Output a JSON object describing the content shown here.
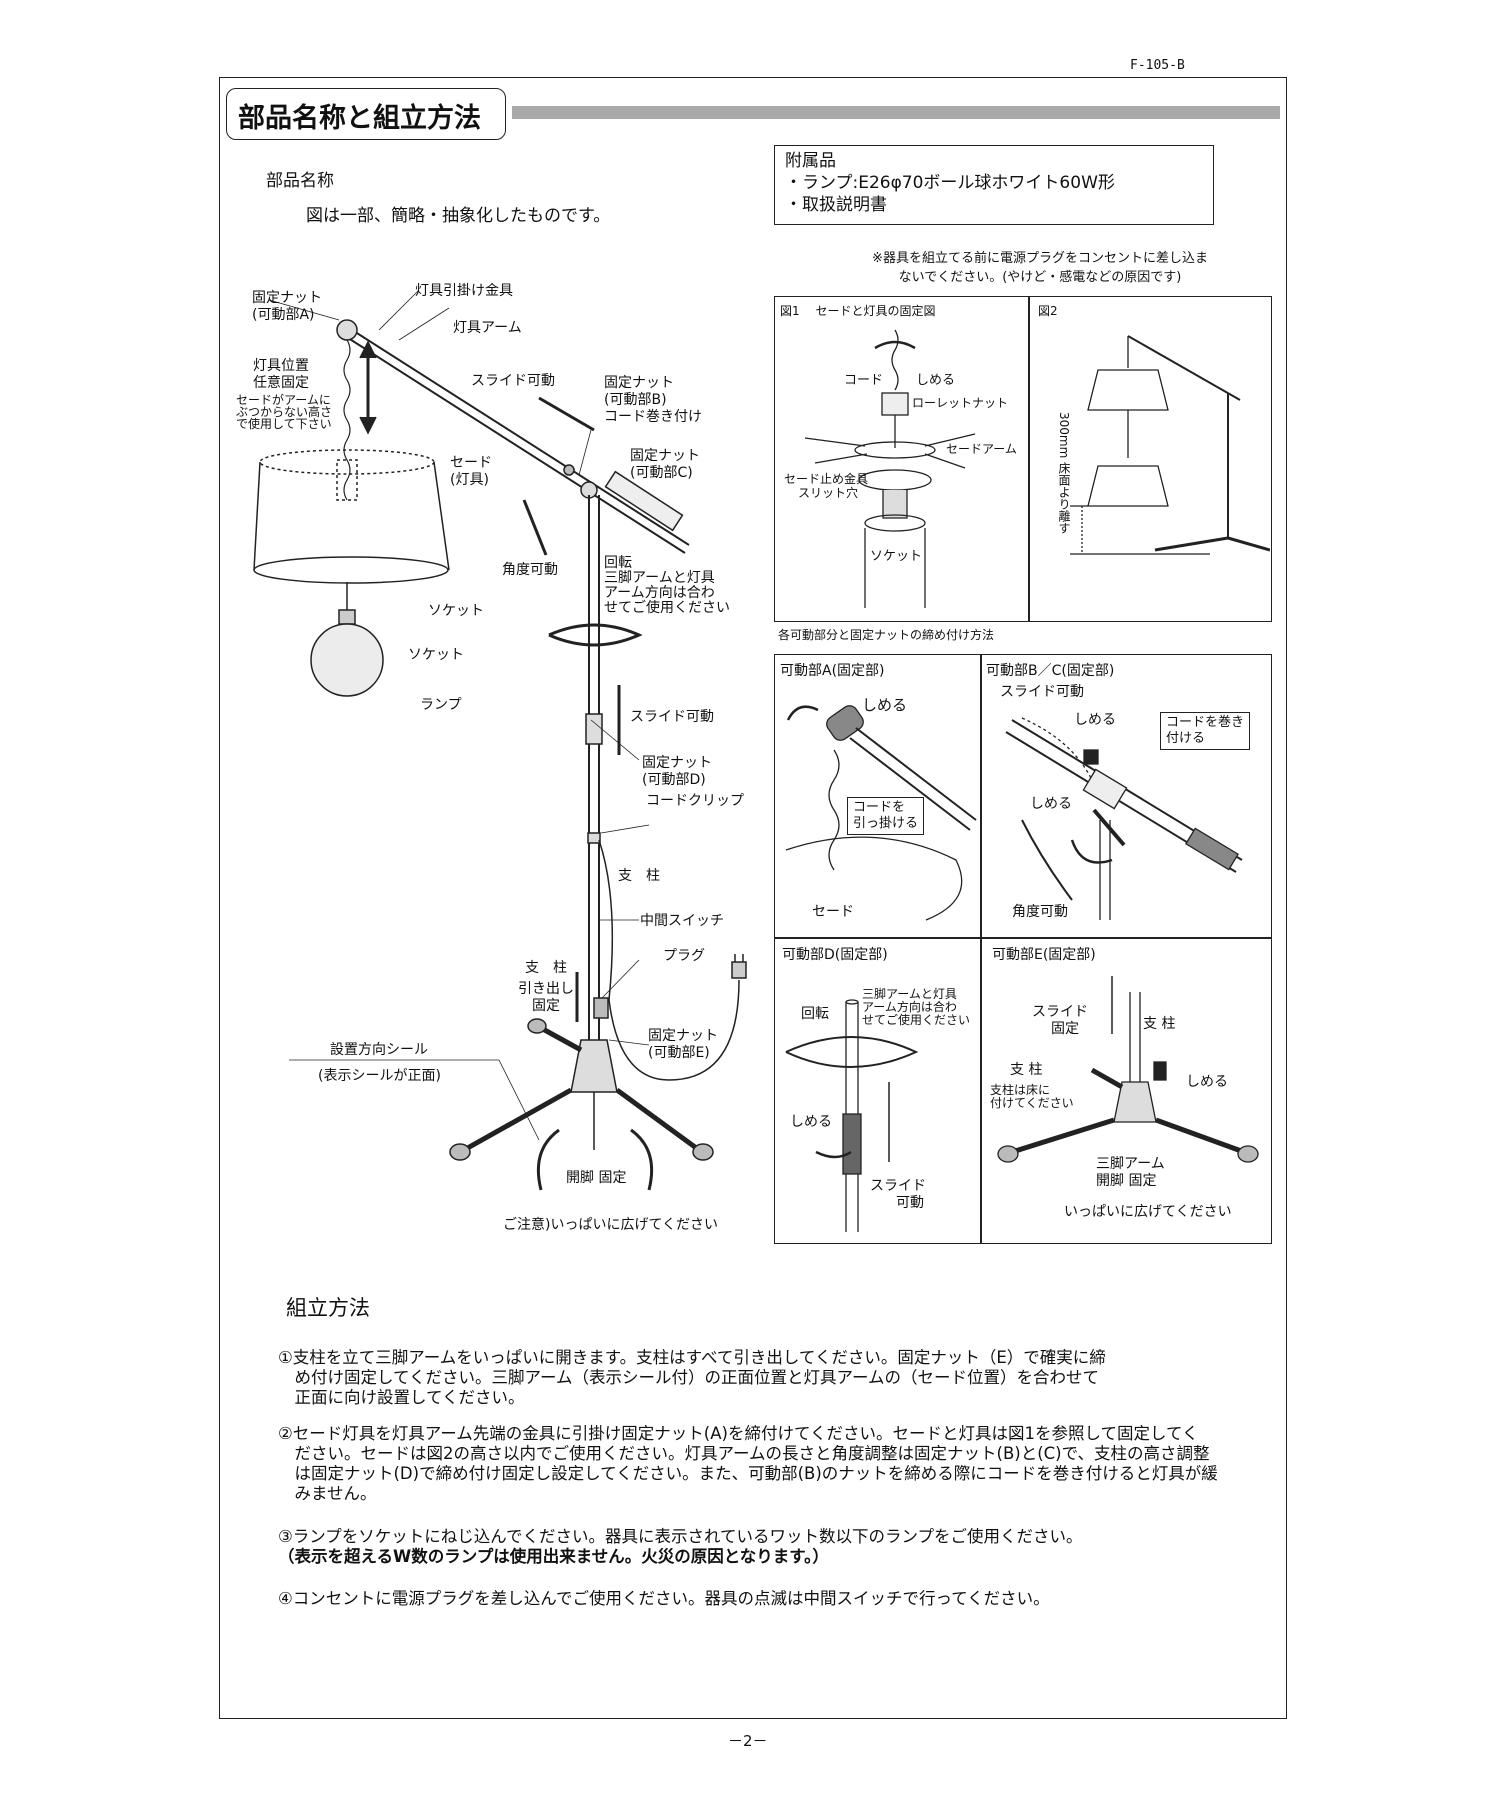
{
  "doc_code": "F-105-B",
  "title": "部品名称と組立方法",
  "parts_heading": "部品名称",
  "parts_subheading": "図は一部、簡略・抽象化したものです。",
  "accessories": {
    "heading": "附属品",
    "line1": "・ランプ:E26φ70ボール球ホワイト60W形",
    "line2": "・取扱説明書"
  },
  "warning_note": {
    "line1": "※器具を組立てる前に電源プラグをコンセントに差し込ま",
    "line2": "ないでください。(やけど・感電などの原因です)"
  },
  "main_labels": {
    "fixed_nut_a_1": "固定ナット",
    "fixed_nut_a_2": "(可動部A)",
    "hanger": "灯具引掛け金具",
    "lamp_arm": "灯具アーム",
    "position_1": "灯具位置",
    "position_2": "任意固定",
    "shade_note_1": "セードがアームに",
    "shade_note_2": "ぶつからない高さ",
    "shade_note_3": "で使用して下さい",
    "slide_movable_1": "スライド可動",
    "fixed_nut_b_1": "固定ナット",
    "fixed_nut_b_2": "(可動部B)",
    "fixed_nut_b_3": "コード巻き付け",
    "fixed_nut_c_1": "固定ナット",
    "fixed_nut_c_2": "(可動部C)",
    "shade_1": "セード",
    "shade_2": "(灯具)",
    "angle_movable": "角度可動",
    "rotate": "回転",
    "rotate_note_1": "三脚アームと灯具",
    "rotate_note_2": "アーム方向は合わ",
    "rotate_note_3": "せてご使用ください",
    "socket_1": "ソケット",
    "socket_2": "ソケット",
    "lamp": "ランプ",
    "slide_movable_2": "スライド可動",
    "fixed_nut_d_1": "固定ナット",
    "fixed_nut_d_2": "(可動部D)",
    "cord_clip": "コードクリップ",
    "pillar": "支　柱",
    "middle_switch": "中間スイッチ",
    "plug": "プラグ",
    "pillar_2": "支　柱",
    "pull_out_1": "引き出し",
    "pull_out_2": "固定",
    "fixed_nut_e_1": "固定ナット",
    "fixed_nut_e_2": "(可動部E)",
    "seal_1": "設置方向シール",
    "seal_2": "(表示シールが正面)",
    "open_legs": "開脚 固定",
    "caution": "ご注意)いっぱいに広げてください"
  },
  "fig1": {
    "title": "図1　 セードと灯具の固定図",
    "cord": "コード",
    "tighten": "しめる",
    "knurled_nut": "ローレットナット",
    "shade_arm": "セードアーム",
    "shade_stop_1": "セード止め金具",
    "shade_stop_2": "スリット穴",
    "socket": "ソケット"
  },
  "fig2": {
    "title": "図2",
    "height_label": "300mm 床面より離す"
  },
  "tightening_heading": "各可動部分と固定ナットの締め付け方法",
  "part_a": {
    "title": "可動部A(固定部)",
    "tighten": "しめる",
    "callout_1": "コードを",
    "callout_2": "引っ掛ける",
    "shade": "セード"
  },
  "part_bc": {
    "title": "可動部B／C(固定部)",
    "slide": "スライド可動",
    "tighten_1": "しめる",
    "callout_1": "コードを巻き",
    "callout_2": "付ける",
    "tighten_2": "しめる",
    "angle": "角度可動"
  },
  "part_d": {
    "title": "可動部D(固定部)",
    "rotate": "回転",
    "note_1": "三脚アームと灯具",
    "note_2": "アーム方向は合わ",
    "note_3": "せてご使用ください",
    "tighten": "しめる",
    "slide_1": "スライド",
    "slide_2": "可動"
  },
  "part_e": {
    "title": "可動部E(固定部)",
    "slide_1": "スライド",
    "slide_2": "固定",
    "pillar": "支 柱",
    "tighten": "しめる",
    "pillar_2": "支 柱",
    "floor_1": "支柱は床に",
    "floor_2": "付けてください",
    "tripod_1": "三脚アーム",
    "tripod_2": "開脚 固定",
    "spread": "いっぱいに広げてください"
  },
  "assembly_heading": "組立方法",
  "steps": {
    "s1a": "①支柱を立て三脚アームをいっぱいに開きます。支柱はすべて引き出してください。固定ナット（E）で確実に締",
    "s1b": "　め付け固定してください。三脚アーム（表示シール付）の正面位置と灯具アームの（セード位置）を合わせて",
    "s1c": "　正面に向け設置してください。",
    "s2a": "②セード灯具を灯具アーム先端の金具に引掛け固定ナット(A)を締付けてください。セードと灯具は図1を参照して固定してく",
    "s2b": "　ださい。セードは図2の高さ以内でご使用ください。灯具アームの長さと角度調整は固定ナット(B)と(C)で、支柱の高さ調整",
    "s2c": "　は固定ナット(D)で締め付け固定し設定してください。また、可動部(B)のナットを締める際にコードを巻き付けると灯具が緩",
    "s2d": "　みません。",
    "s3a": "③ランプをソケットにねじ込んでください。器具に表示されているワット数以下のランプをご使用ください。",
    "s3b": "（表示を超えるW数のランプは使用出来ません。火災の原因となります。）",
    "s4": "④コンセントに電源プラグを差し込んでご使用ください。器具の点滅は中間スイッチで行ってください。"
  },
  "page_number": "－2－"
}
